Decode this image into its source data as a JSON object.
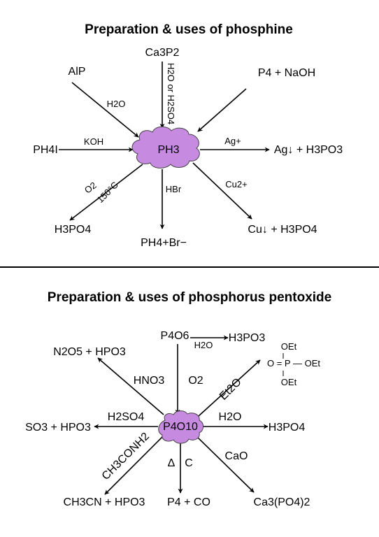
{
  "top": {
    "title": "Preparation & uses of phosphine",
    "center": "PH3",
    "cloud_color": "#c68be0",
    "nodes": {
      "ca3p2": "Ca3P2",
      "alp": "AlP",
      "p4naoh": "P4 + NaOH",
      "ph4i": "PH4I",
      "ag_product": "Ag↓ + H3PO3",
      "h3po4": "H3PO4",
      "ph4br": "PH4+Br−",
      "cu_product": "Cu↓ + H3PO4"
    },
    "labels": {
      "h2o": "H2O",
      "h2o_or_h2so4": "H2O or H2SO4",
      "koh": "KOH",
      "ag_plus": "Ag+",
      "o2": "O2",
      "temp": "150°C",
      "hbr": "HBr",
      "cu2plus": "Cu2+"
    }
  },
  "bottom": {
    "title": "Preparation & uses of phosphorus pentoxide",
    "center": "P4O10",
    "cloud_color": "#c68be0",
    "nodes": {
      "n2o5": "N2O5 + HPO3",
      "p4o6": "P4O6",
      "h3po3": "H3PO3",
      "oet_top": "OEt",
      "phosphate": "O = P — OEt",
      "oet_bottom": "OEt",
      "so3": "SO3 + HPO3",
      "h3po4": "H3PO4",
      "ch3cn": "CH3CN + HPO3",
      "p4co": "P4 + CO",
      "ca3po4": "Ca3(PO4)2"
    },
    "labels": {
      "h2o_top": "H2O",
      "hno3": "HNO3",
      "o2": "O2",
      "et2o": "Et2O",
      "h2so4": "H2SO4",
      "h2o": "H2O",
      "ch3conh2": "CH3CONH2",
      "delta": "Δ",
      "c": "C",
      "cao": "CaO"
    }
  }
}
